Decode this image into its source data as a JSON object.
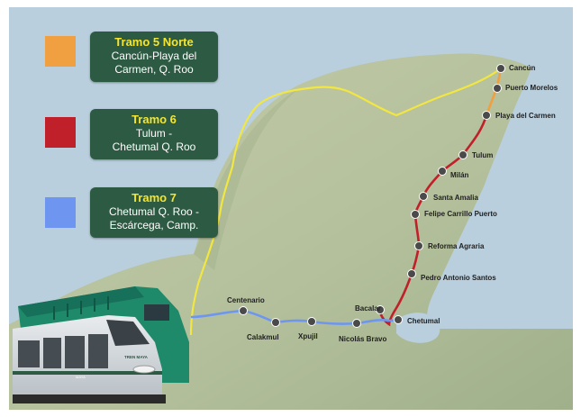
{
  "legend": [
    {
      "title": "Tramo 5 Norte",
      "desc": "Cancún-Playa del\nCarmen, Q. Roo",
      "color": "#f0a040"
    },
    {
      "title": "Tramo 6",
      "desc": "Tulum -\nChetumal Q. Roo",
      "color": "#c0202a"
    },
    {
      "title": "Tramo 7",
      "desc": "Chetumal Q. Roo -\nEscárcega, Camp.",
      "color": "#6e96f0"
    }
  ],
  "stations": {
    "cancun": "Cancún",
    "puerto_morelos": "Puerto Morelos",
    "playa_del_carmen": "Playa del Carmen",
    "tulum": "Tulum",
    "milan": "Milán",
    "santa_amalia": "Santa Amalia",
    "felipe_carrillo_puerto": "Felipe Carrillo Puerto",
    "reforma_agraria": "Reforma Agraria",
    "pedro_antonio_santos": "Pedro Antonio Santos",
    "bacalar": "Bacalar",
    "chetumal": "Chetumal",
    "nicolas_bravo": "Nicolás Bravo",
    "xpujil": "Xpujil",
    "calakmul": "Calakmul",
    "centenario": "Centenario"
  },
  "train": {
    "front_text": "TREN MAYA",
    "side_text": "MAYA"
  },
  "colors": {
    "sea": "#b9cfde",
    "land": "#bcc5a8",
    "yellow_line": "#f2e640",
    "station_dot": "#4a4a4a"
  }
}
